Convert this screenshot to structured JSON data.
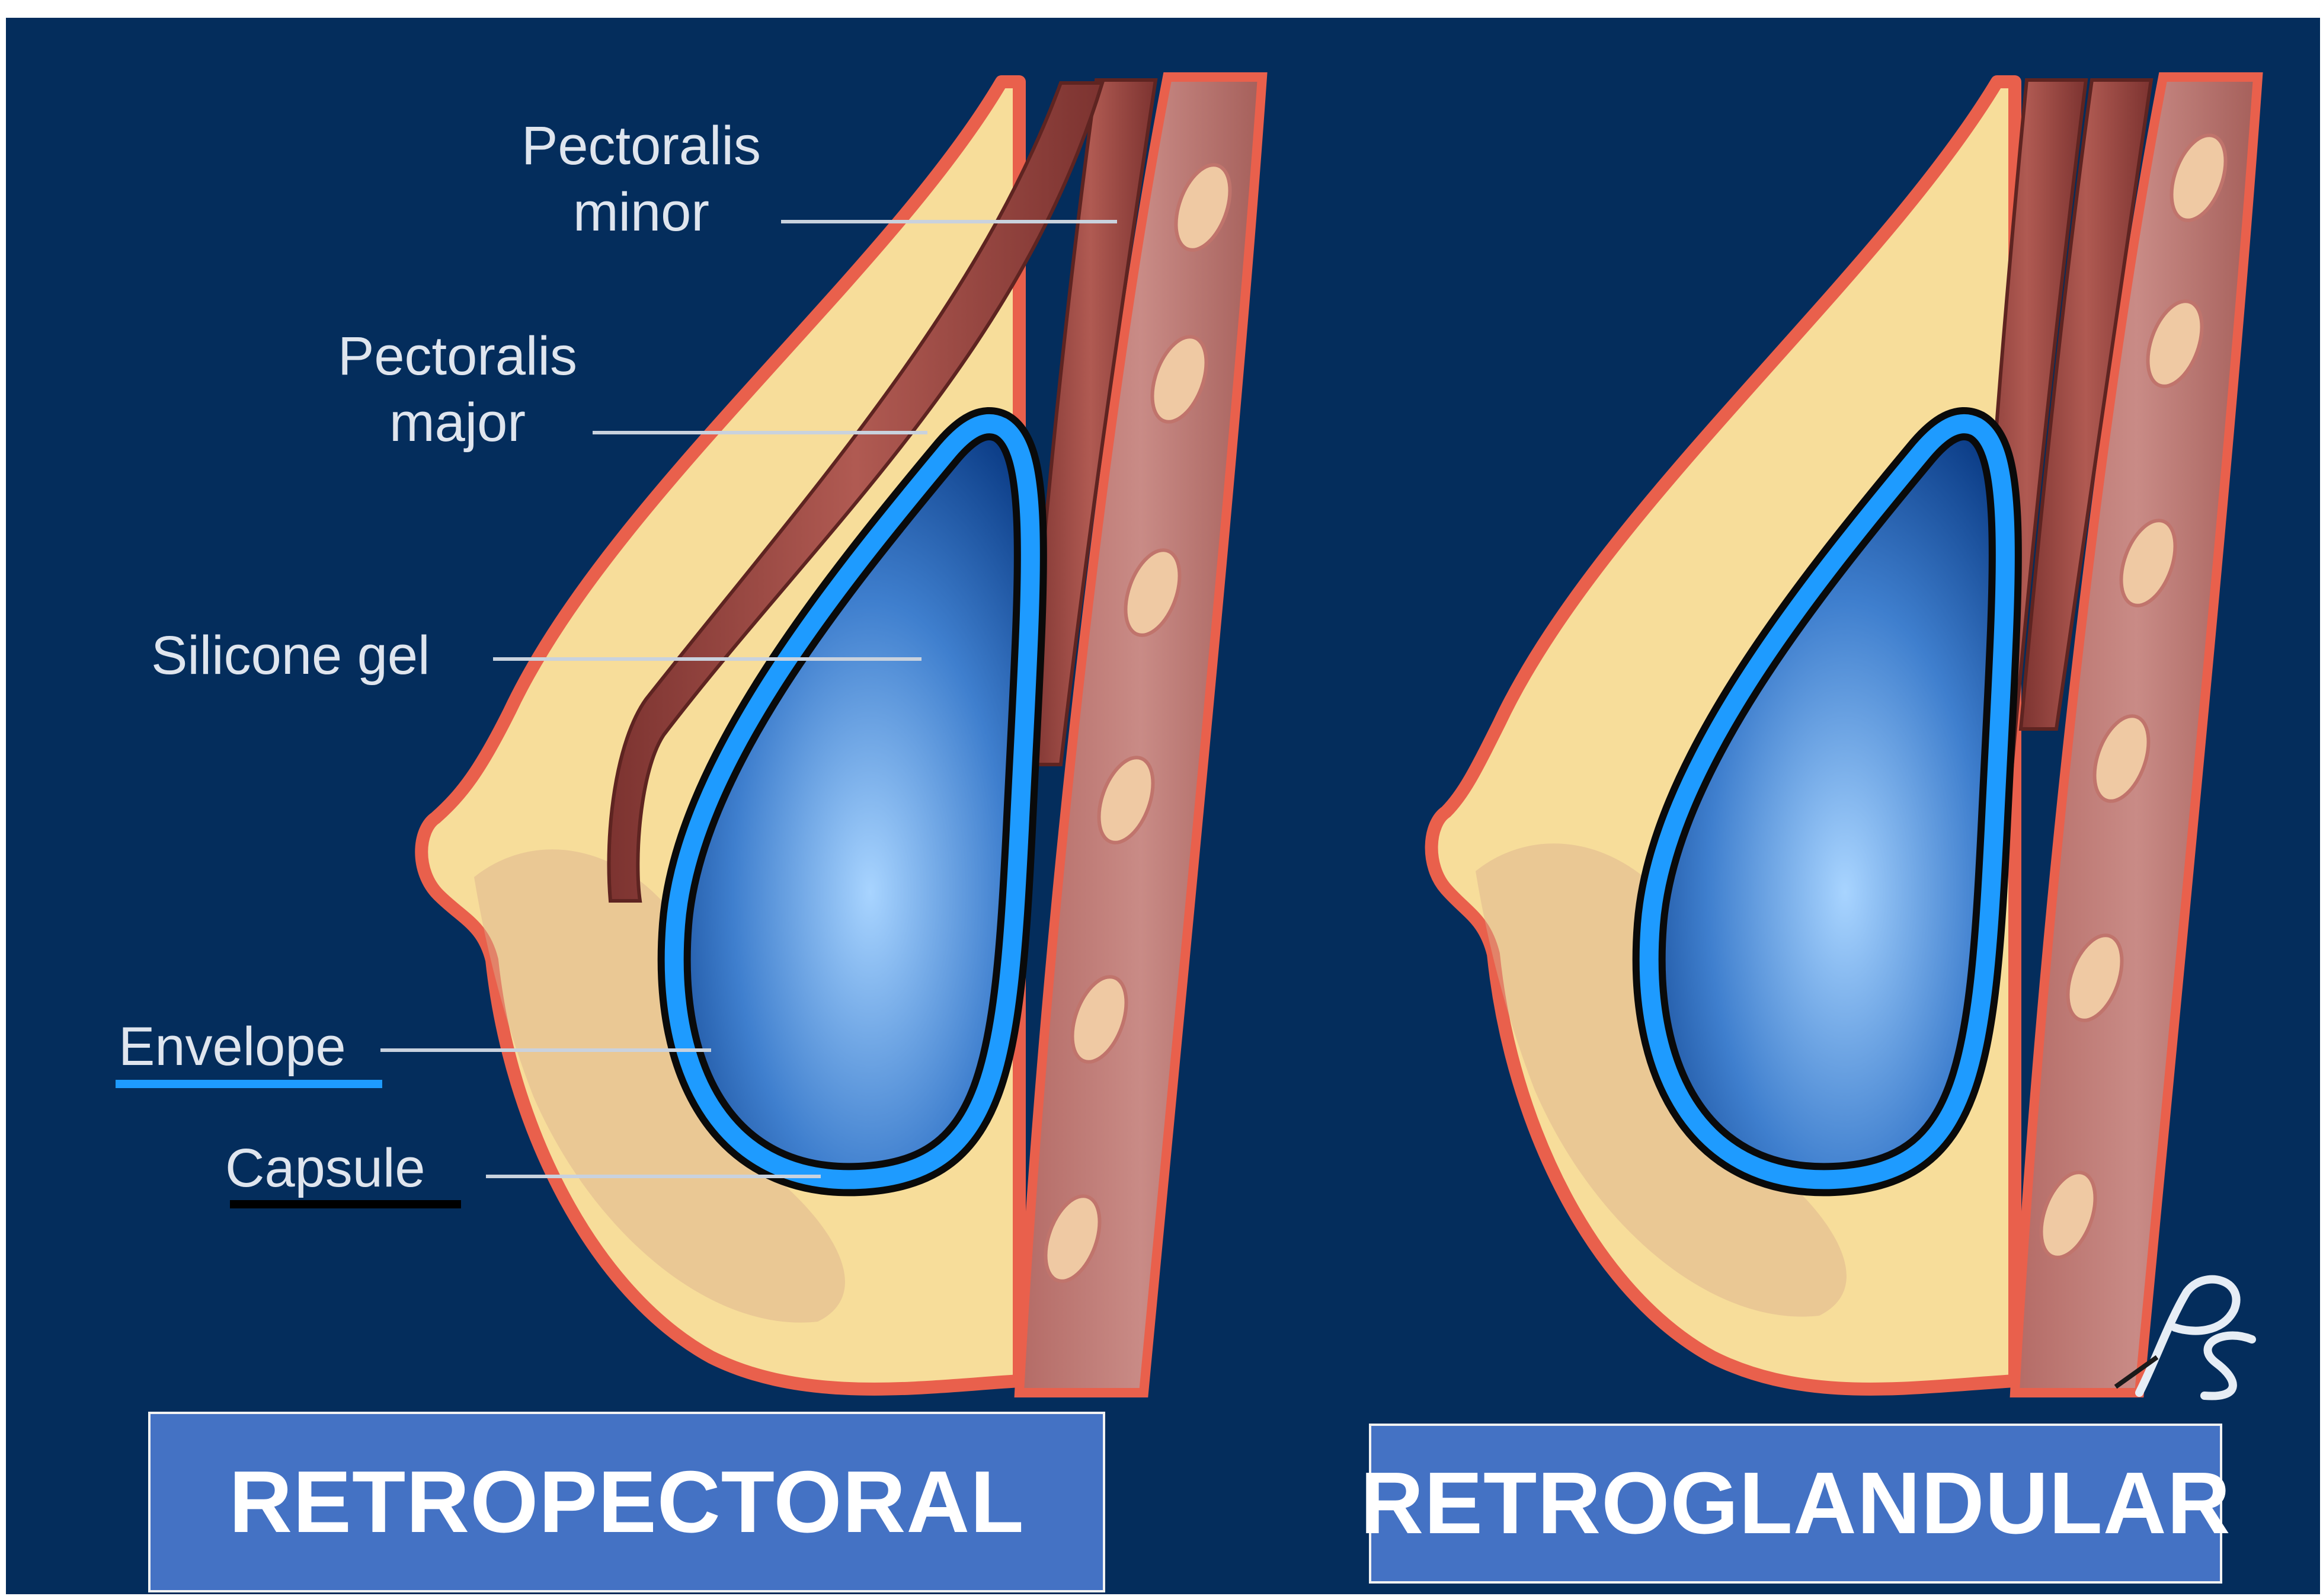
{
  "colors": {
    "background": "#042d5c",
    "skin": "#e9604c",
    "fat": "#f7dd9a",
    "muscle": "#a9544d",
    "rib": "#efc9a3",
    "envelope": "#1e9bff",
    "capsule": "#0a0a0a",
    "panel": "#4472c4"
  },
  "labels": {
    "pectoralis_minor": "Pectoralis\nminor",
    "pectoralis_major": "Pectoralis\nmajor",
    "silicone_gel": "Silicone gel",
    "envelope": "Envelope",
    "capsule": "Capsule"
  },
  "panels": {
    "left": "RETROPECTORAL",
    "right": "RETROGLANDULAR"
  },
  "logo_icon": "ps-monogram-icon"
}
